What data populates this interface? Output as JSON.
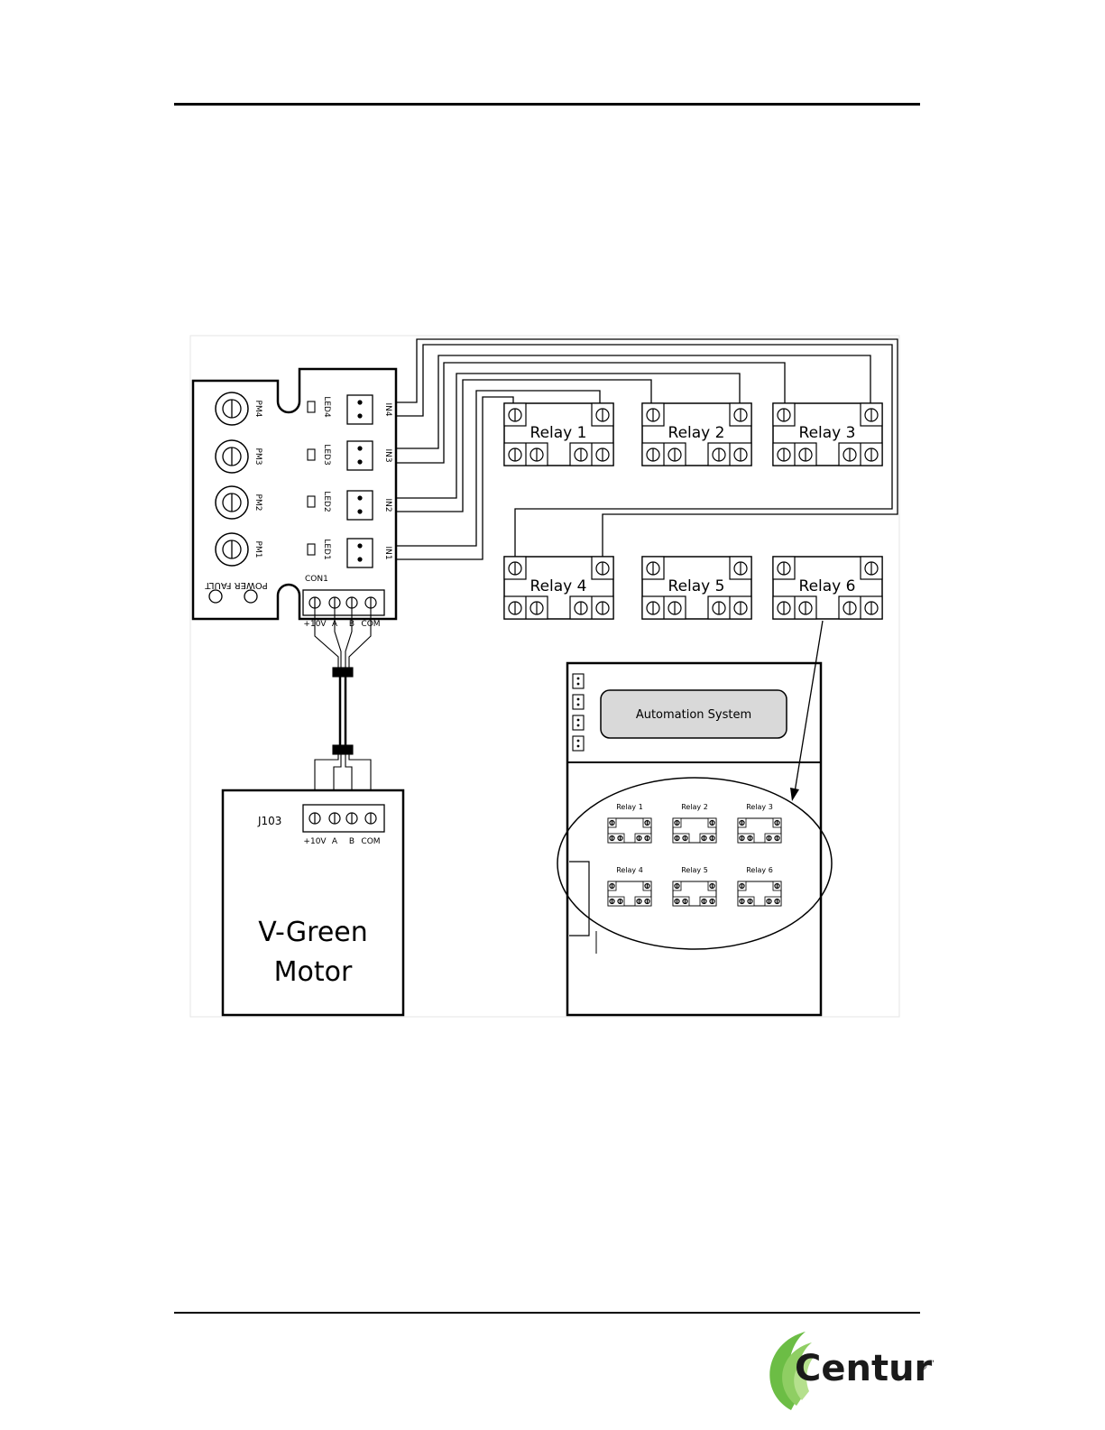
{
  "module": {
    "pm_labels": [
      "PM4",
      "PM3",
      "PM2",
      "PM1"
    ],
    "led_labels": [
      "LED4",
      "LED3",
      "LED2",
      "LED1"
    ],
    "input_labels": [
      "IN4",
      "IN3",
      "IN2",
      "IN1"
    ],
    "indicator_label": "POWER FAULT",
    "connector_label": "CON1",
    "connector_pins": [
      "+10V",
      "A",
      "B",
      "COM"
    ]
  },
  "relays": [
    "Relay 1",
    "Relay 2",
    "Relay 3",
    "Relay 4",
    "Relay 5",
    "Relay 6"
  ],
  "automation": {
    "title": "Automation System",
    "mini_relays": [
      "Relay 1",
      "Relay 2",
      "Relay 3",
      "Relay 4",
      "Relay 5",
      "Relay 6"
    ]
  },
  "motor": {
    "header": "J103",
    "pins": [
      "+10V",
      "A",
      "B",
      "COM"
    ],
    "name_line1": "V-Green",
    "name_line2": "Motor"
  },
  "brand": {
    "name": "Century",
    "registered": "®",
    "color": "#6cbd45"
  }
}
